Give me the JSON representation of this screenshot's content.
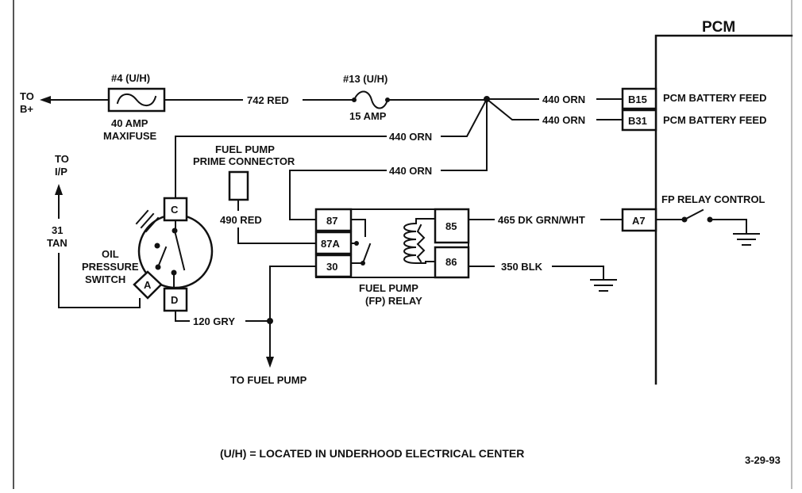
{
  "pcm": {
    "title": "PCM",
    "pins": [
      {
        "id": "B15",
        "label": "PCM BATTERY FEED"
      },
      {
        "id": "B31",
        "label": "PCM BATTERY FEED"
      },
      {
        "id": "A7",
        "label": "FP RELAY CONTROL"
      }
    ]
  },
  "fuses": {
    "maxifuse": {
      "name": "#4 (U/H)",
      "rating": "40 AMP",
      "type": "MAXIFUSE"
    },
    "fuse13": {
      "name": "#13 (U/H)",
      "rating": "15 AMP"
    }
  },
  "wires": {
    "b_plus_lead": "742 RED",
    "b15": "440 ORN",
    "b31": "440 ORN",
    "to_switch": "440 ORN",
    "to_relay87": "440 ORN",
    "prime": "490 RED",
    "a7": "465 DK GRN/WHT",
    "ground86": "350 BLK",
    "gry": "120 GRY",
    "tan": "31",
    "tan_color": "TAN"
  },
  "labels": {
    "to_bplus_line1": "TO",
    "to_bplus_line2": "B+",
    "to_ip_line1": "TO",
    "to_ip_line2": "I/P",
    "prime_line1": "FUEL PUMP",
    "prime_line2": "PRIME CONNECTOR",
    "oil_line1": "OIL",
    "oil_line2": "PRESSURE",
    "oil_line3": "SWITCH",
    "relay_line1": "FUEL PUMP",
    "relay_line2": "(FP) RELAY",
    "to_fuel_pump": "TO FUEL PUMP",
    "footnote": "(U/H) = LOCATED IN UNDERHOOD ELECTRICAL CENTER",
    "date": "3-29-93"
  },
  "switch_terminals": {
    "c": "C",
    "d": "D",
    "a": "A"
  },
  "relay_terminals": {
    "t87": "87",
    "t87a": "87A",
    "t30": "30",
    "t85": "85",
    "t86": "86"
  }
}
